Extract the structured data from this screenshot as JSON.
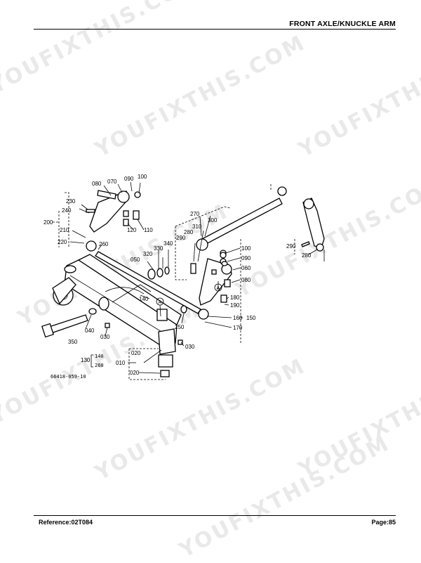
{
  "header": {
    "title": "FRONT AXLE/KNUCKLE ARM"
  },
  "footer": {
    "reference": "Reference:02T084",
    "page": "Page:85"
  },
  "watermark": {
    "text": "YOUFIXTHIS.COM"
  },
  "diagram": {
    "drawing_number": "66418-059-10",
    "callouts": {
      "c010": "010",
      "c020a": "020",
      "c020b": "020",
      "c030a": "030",
      "c030b": "030",
      "c040": "040",
      "c050": "050",
      "c060": "060",
      "c070": "070",
      "c080a": "080",
      "c080b": "080",
      "c090a": "090",
      "c090b": "090",
      "c100a": "100",
      "c100b": "100",
      "c110": "110",
      "c120": "120",
      "c130": "130",
      "c140a": "140",
      "c140b": "140",
      "c150": "150",
      "c160": "160",
      "c170": "170",
      "c180": "180",
      "c190": "190",
      "c200": "200",
      "c210": "210",
      "c220": "220",
      "c230": "230",
      "c240": "240",
      "c250": "250",
      "c260a": "260",
      "c260b": "260",
      "c270": "270",
      "c280a": "280",
      "c280b": "280",
      "c290a": "290",
      "c290b": "290",
      "c300": "300",
      "c310": "310",
      "c320": "320",
      "c330": "330",
      "c340": "340",
      "c350": "350",
      "markA1": "A",
      "markA2": "A"
    }
  }
}
